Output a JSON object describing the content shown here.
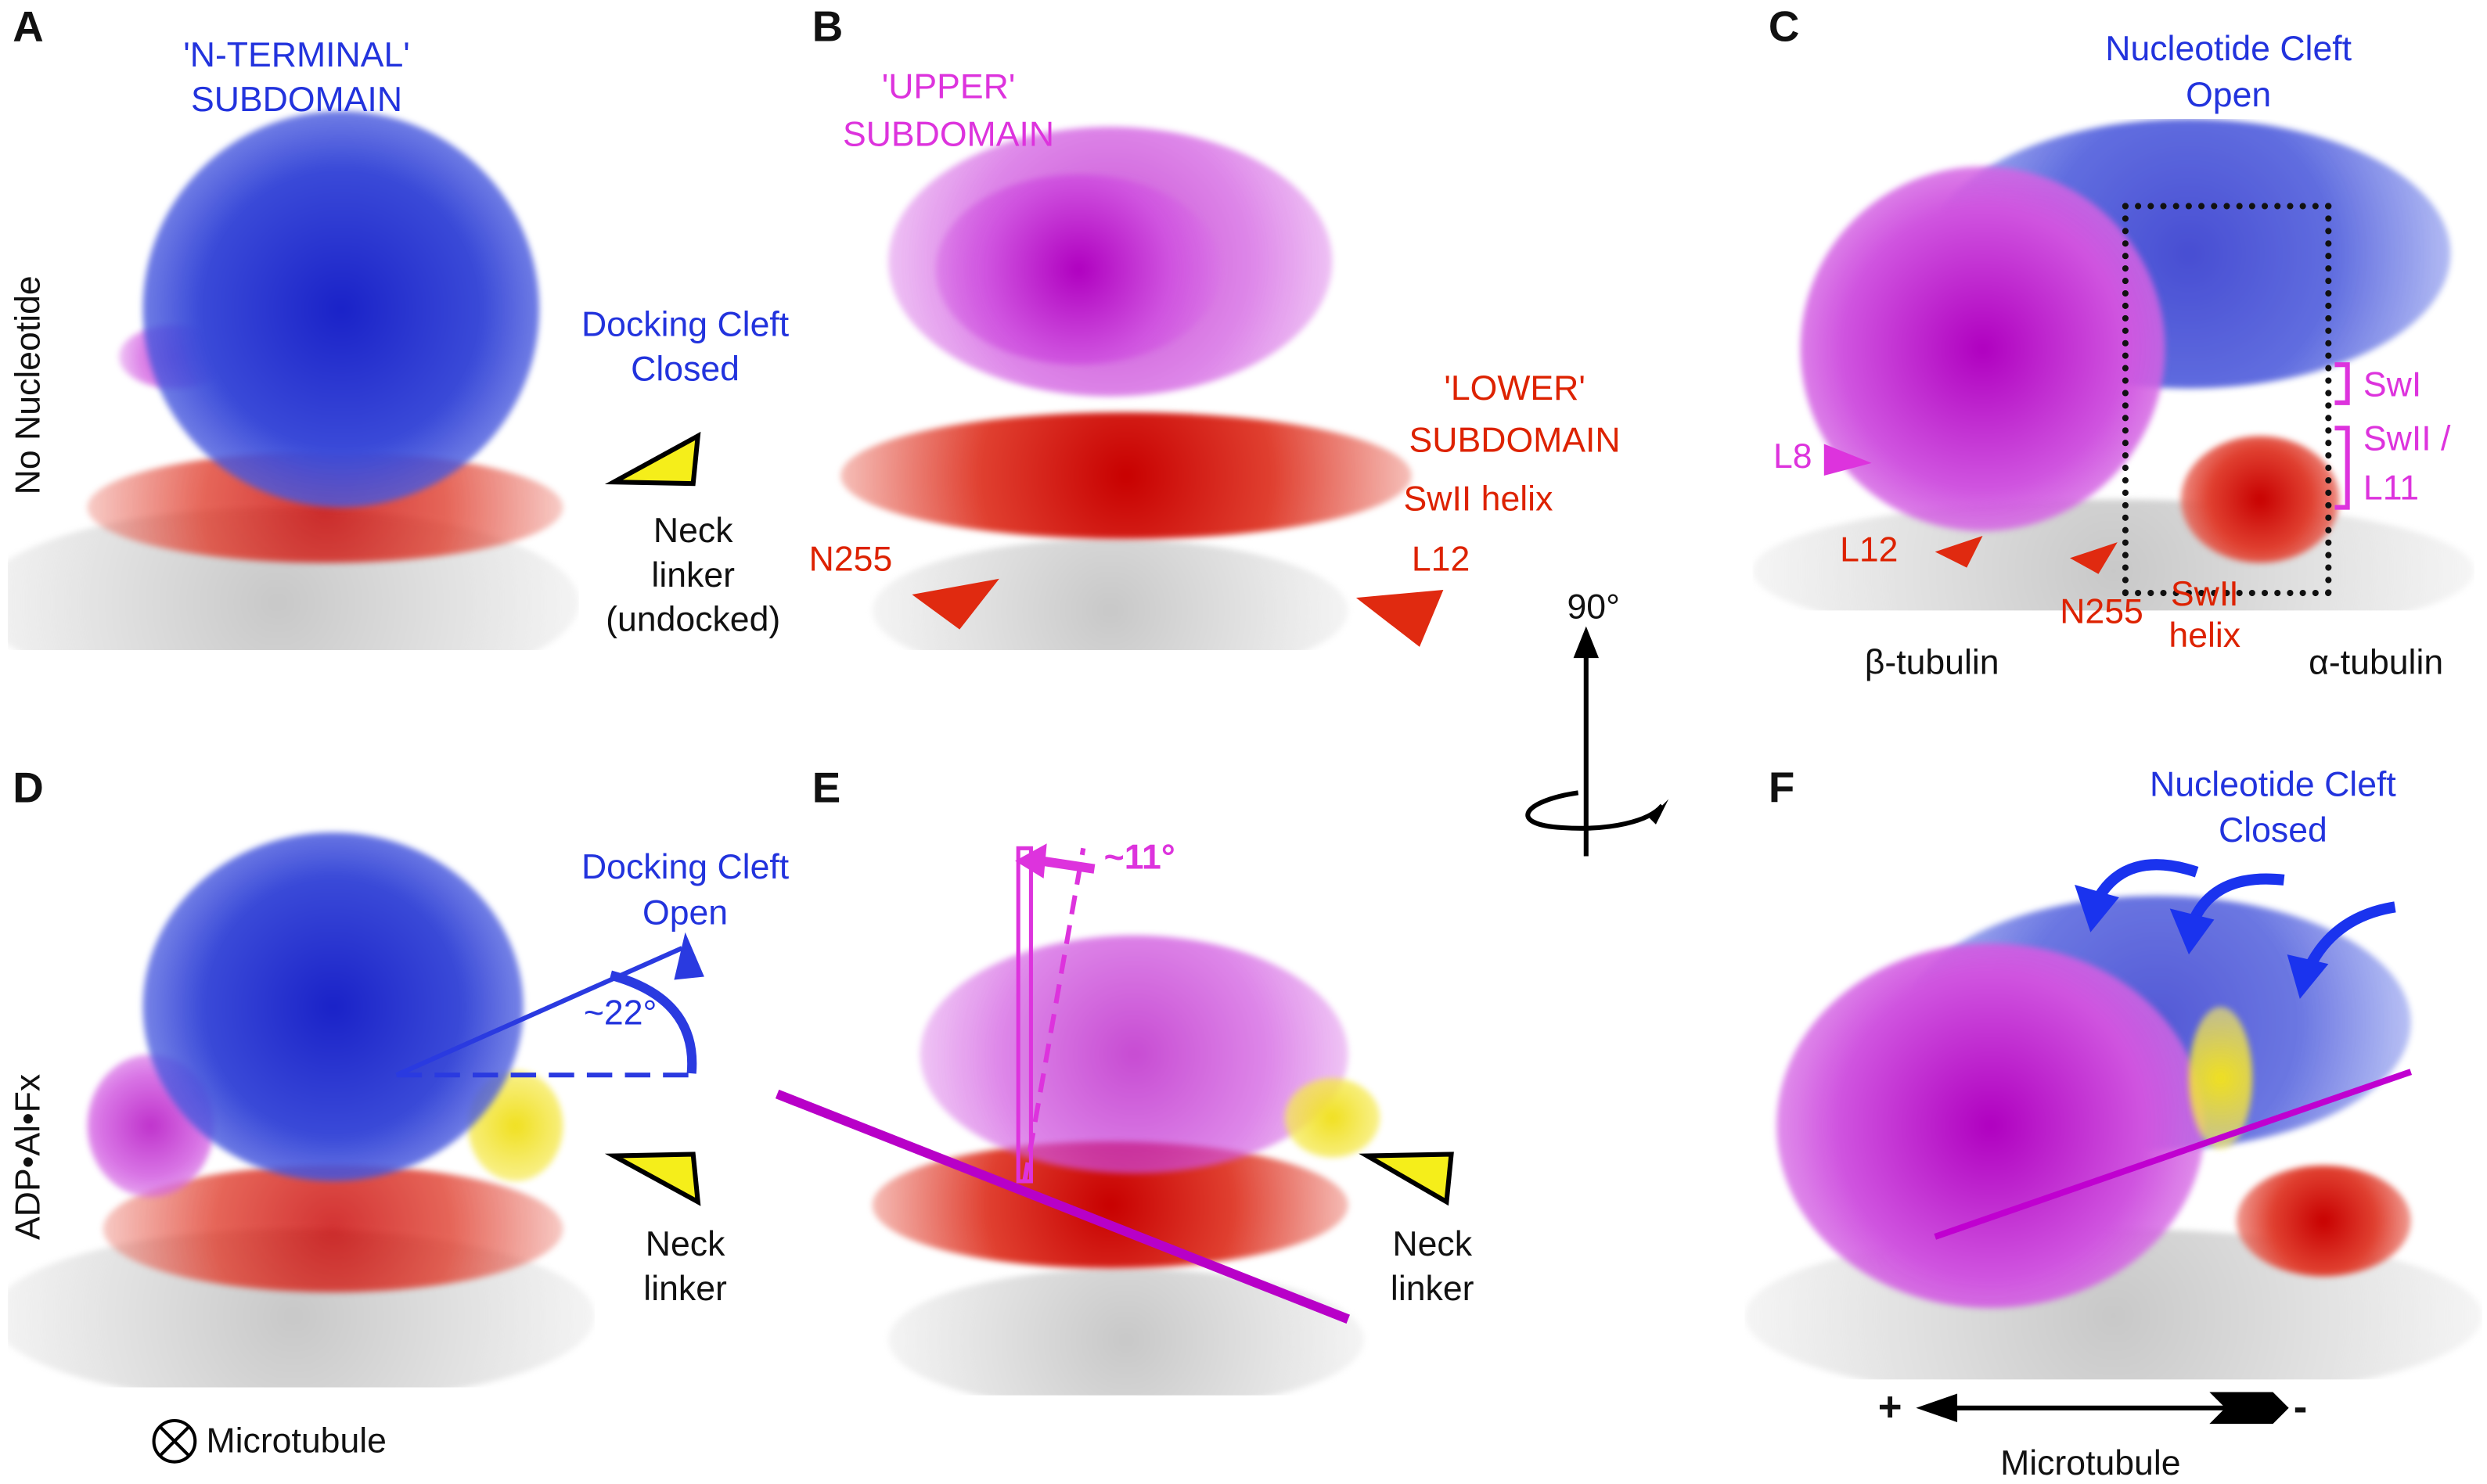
{
  "panels": {
    "A": {
      "label": "A",
      "row_label": "No Nucleotide",
      "title": [
        "'N-TERMINAL'",
        "SUBDOMAIN"
      ],
      "docking": [
        "Docking Cleft",
        "Closed"
      ],
      "neck": [
        "Neck",
        "linker",
        "(undocked)"
      ]
    },
    "B": {
      "label": "B",
      "upper": [
        "'UPPER'",
        "SUBDOMAIN"
      ],
      "lower": [
        "'LOWER'",
        "SUBDOMAIN"
      ],
      "swii": "SwII helix",
      "n255": "N255",
      "l12": "L12"
    },
    "C": {
      "label": "C",
      "title": [
        "Nucleotide Cleft",
        "Open"
      ],
      "swi": "SwI",
      "swii": [
        "SwII /",
        "L11"
      ],
      "l8": "L8",
      "l12": "L12",
      "n255": "N255",
      "swii_helix": [
        "SwII",
        "helix"
      ],
      "beta": "β-tubulin",
      "alpha": "α-tubulin"
    },
    "D": {
      "label": "D",
      "row_label": "ADP•Al•Fx",
      "docking": [
        "Docking Cleft",
        "Open"
      ],
      "angle": "~22°",
      "neck": [
        "Neck",
        "linker"
      ],
      "microtubule": "Microtubule"
    },
    "E": {
      "label": "E",
      "angle": "~11°",
      "neck": [
        "Neck",
        "linker"
      ]
    },
    "F": {
      "label": "F",
      "title": [
        "Nucleotide Cleft",
        "Closed"
      ],
      "plus": "+",
      "minus": "-",
      "microtubule": "Microtubule"
    }
  },
  "rotation": "90°",
  "colors": {
    "blue": "#2233dd",
    "magenta": "#dd33dd",
    "red": "#dd2200",
    "yellow": "#f5ee1a"
  }
}
